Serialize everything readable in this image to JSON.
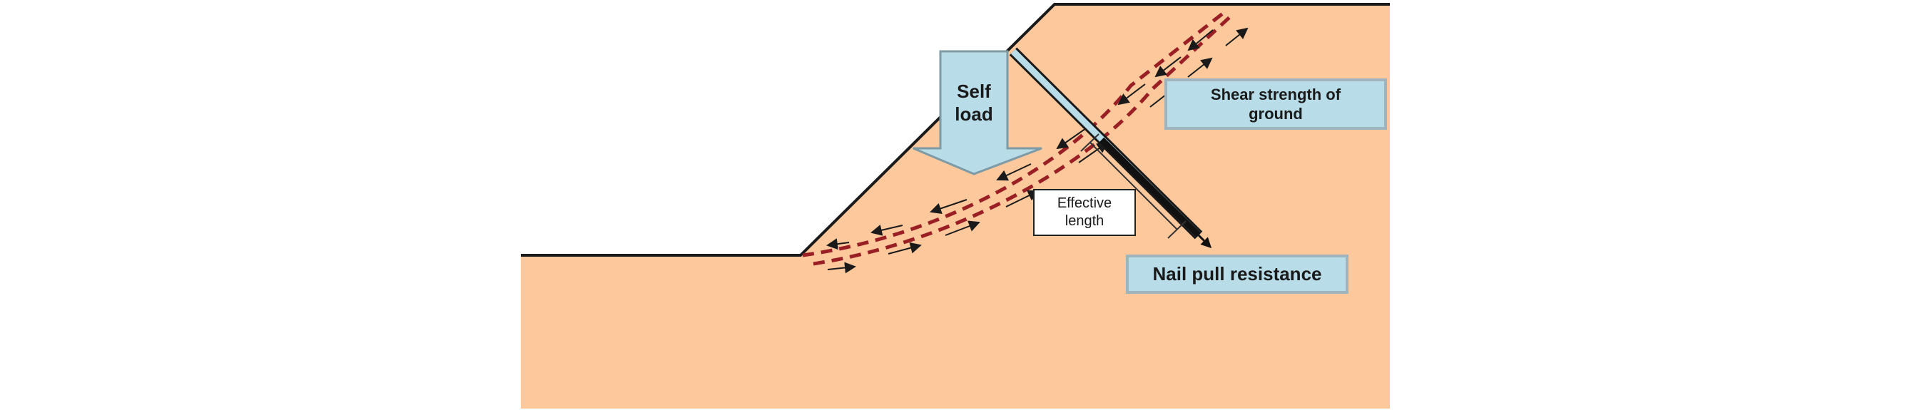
{
  "labels": {
    "self_load": "Self load",
    "shear_strength": "Shear strength of ground",
    "effective_length": "Effective length",
    "nail_pull": "Nail pull resistance"
  },
  "colors": {
    "soil": "#fcc89c",
    "slope_line": "#1a1a1a",
    "slip_surface": "#9a1f24",
    "arrow_fill": "#b8dde8",
    "arrow_stroke": "#7d9aa5",
    "box_fill": "#b8dde8",
    "box_border": "#9fb4bd",
    "nail": "#111111"
  }
}
